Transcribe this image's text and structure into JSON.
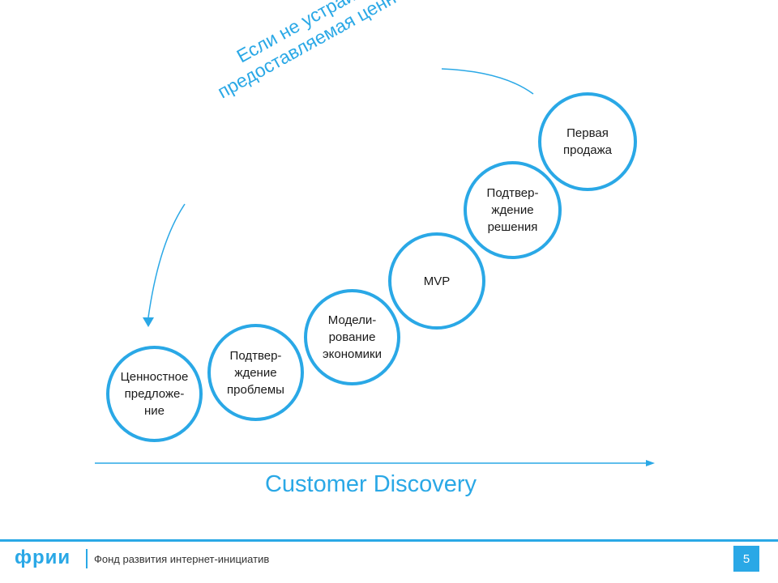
{
  "slide": {
    "curved_arrow_label": "Если не устраивает\nпредоставляемая ценность",
    "stages": [
      {
        "label": "Ценностное\nпредложе-\nние"
      },
      {
        "label": "Подтвер-\nждение\nпроблемы"
      },
      {
        "label": "Модели-\nрование\nэкономики"
      },
      {
        "label": "MVP"
      },
      {
        "label": "Подтвер-\nждение\nрешения"
      },
      {
        "label": "Первая\nпродажа"
      }
    ],
    "title": "Customer Discovery"
  },
  "footer": {
    "logo": "фрии",
    "fund_name": "Фонд развития интернет-инициатив",
    "page_number": "5"
  },
  "colors": {
    "accent": "#2aa8e6",
    "text": "#1a1a1a"
  }
}
